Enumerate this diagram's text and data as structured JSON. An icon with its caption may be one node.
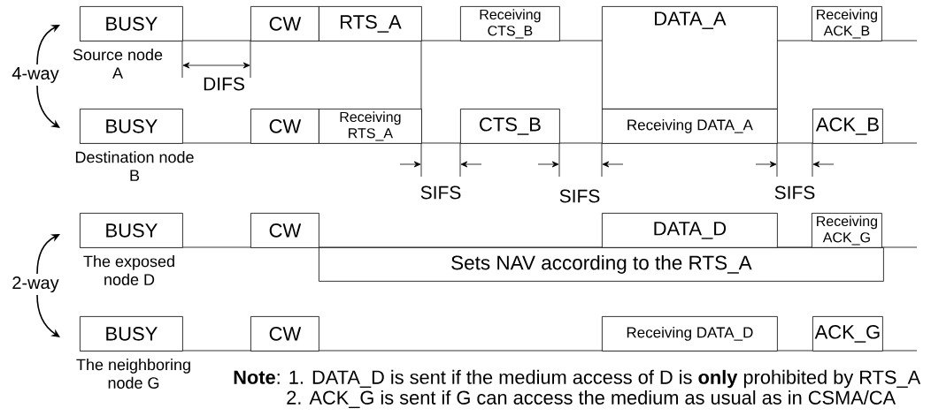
{
  "diagram": {
    "nodes": [
      {
        "text": [
          "BUSY"
        ],
        "beside": [
          "Source node A"
        ]
      },
      {
        "text": [
          "CW"
        ]
      },
      {
        "text": [
          "RTS_A"
        ]
      },
      {
        "text": [
          "Receiving CTS_B"
        ]
      },
      {
        "text": [
          "DATA_A"
        ]
      },
      {
        "text": [
          "Receiving ACK_B"
        ]
      },
      {
        "text": [
          "BUSY"
        ],
        "beside": [
          "Destination node B"
        ]
      },
      {
        "text": [
          "CW"
        ]
      },
      {
        "text": [
          "Receiving RTS_A"
        ]
      },
      {
        "text": [
          "CTS_B"
        ]
      },
      {
        "text": [
          "Receiving DATA_A"
        ]
      },
      {
        "text": [
          "ACK_B"
        ]
      },
      {
        "text": [
          "BUSY"
        ],
        "beside": [
          "The exposed node D"
        ]
      },
      {
        "text": [
          "CW"
        ]
      },
      {
        "text": [
          "DATA_D"
        ]
      },
      {
        "text": [
          "Receiving ACK_G"
        ]
      },
      {
        "text": [
          "Sets NAV according to the RTS_A"
        ]
      },
      {
        "text": [
          "BUSY"
        ],
        "beside": [
          "The neighboring node G"
        ]
      },
      {
        "text": [
          "CW"
        ]
      },
      {
        "text": [
          "Receiving DATA_D"
        ]
      },
      {
        "text": [
          "ACK_G"
        ]
      }
    ],
    "labels": [
      "4-way",
      "DIFS",
      "SIFS",
      "SIFS",
      "SIFS",
      "2-way",
      "**Note**: 1. DATA_D is sent if the medium access of D is **only** prohibited by RTS_A",
      "2. ACK_G is sent if G can access the medium as usual as in CSMA/CA"
    ]
  }
}
